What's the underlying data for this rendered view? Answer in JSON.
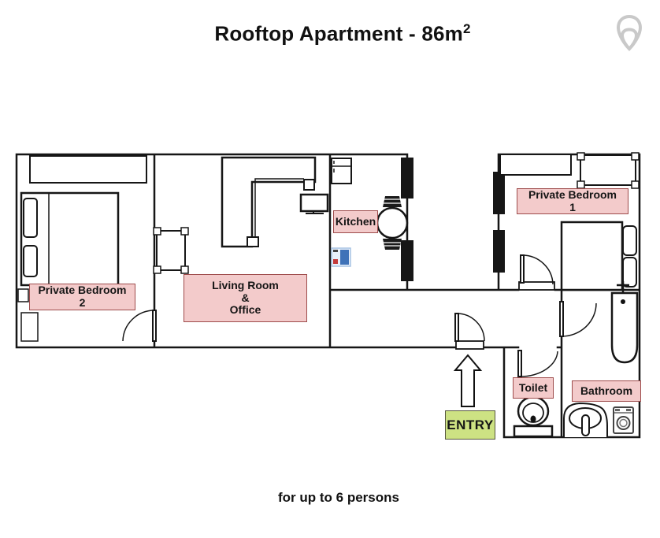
{
  "header": {
    "title": "Rooftop Apartment - 86m",
    "title_sup": "2"
  },
  "footer": {
    "caption": "for up to 6 persons"
  },
  "rooms": {
    "bedroom2": {
      "lines": [
        "Private Bedroom",
        "2"
      ]
    },
    "living": {
      "lines": [
        "Living Room",
        "&",
        "Office"
      ]
    },
    "kitchen": {
      "lines": [
        "Kitchen"
      ]
    },
    "bedroom1": {
      "lines": [
        "Private Bedroom",
        "1"
      ]
    },
    "toilet": {
      "lines": [
        "Toilet"
      ]
    },
    "bathroom": {
      "lines": [
        "Bathroom"
      ]
    },
    "entry": {
      "label": "ENTRY"
    }
  },
  "icons": {
    "logo": "airbnb-belo",
    "furniture": [
      "double-bed-icon",
      "sofa-icon",
      "tv-icon",
      "fridge-icon",
      "dining-table-icon",
      "office-table-icon",
      "toilet-icon",
      "bathtub-icon",
      "sink-icon",
      "washing-machine-icon",
      "entry-arrow-icon",
      "door-icon"
    ]
  },
  "colors": {
    "label_bg": "#f3cbcb",
    "label_border": "#9e4c4c",
    "entry_bg": "#cde283",
    "entry_border": "#55553f",
    "wall": "#161616",
    "logo": "#c9c9c9"
  }
}
